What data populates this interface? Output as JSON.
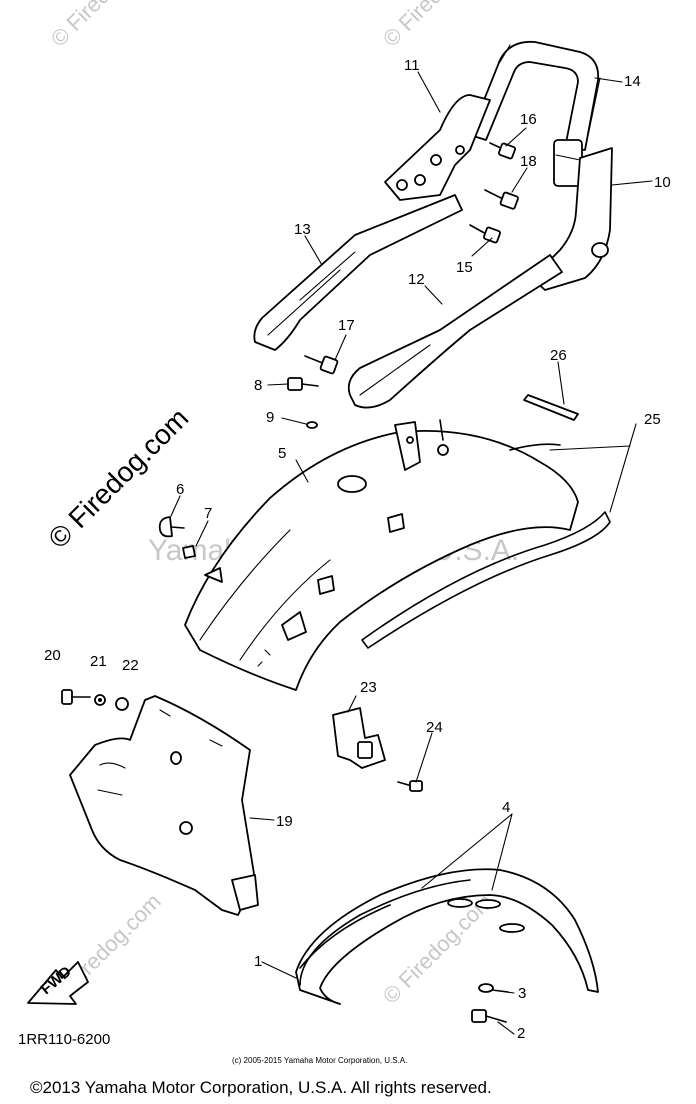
{
  "diagram": {
    "watermarks": {
      "corner_copyright": "© Firedog.com",
      "diagonal_site": "© Firedog.com",
      "center": "Yamaha Motor Corp, U.S.A."
    },
    "part_numbers": [
      "1",
      "2",
      "3",
      "4",
      "5",
      "6",
      "7",
      "8",
      "9",
      "10",
      "11",
      "12",
      "13",
      "14",
      "15",
      "16",
      "17",
      "18",
      "19",
      "20",
      "21",
      "22",
      "23",
      "24",
      "25",
      "26"
    ],
    "fwd_label": "FWD",
    "diagram_code": "1RR110-6200",
    "small_copyright": "(c) 2005-2015 Yamaha Motor Corporation, U.S.A.",
    "footer_copyright": "©2013 Yamaha Motor Corporation, U.S.A. All rights reserved."
  }
}
